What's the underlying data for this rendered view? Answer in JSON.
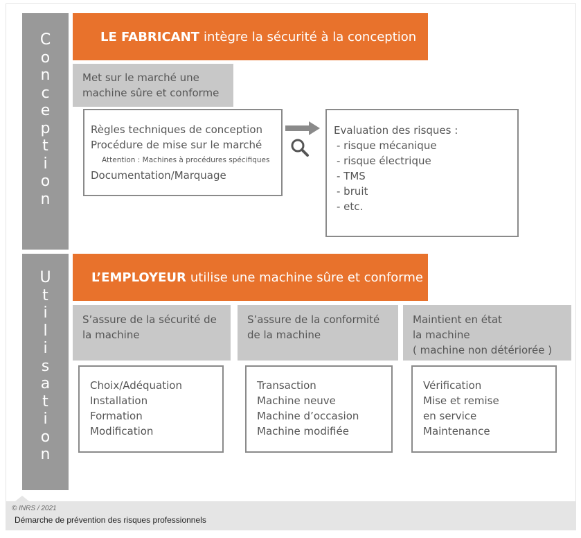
{
  "conception": {
    "side_label": [
      "C",
      "o",
      "n",
      "c",
      "e",
      "p",
      "t",
      "i",
      "o",
      "n"
    ],
    "header_bold": "LE FABRICANT",
    "header_text": "intègre la sécurité à la conception",
    "grey_box": [
      "Met sur le marché une",
      "machine sûre et conforme"
    ],
    "rules_box": {
      "lines": [
        "Règles techniques de conception",
        "Procédure de mise sur le marché"
      ],
      "note": "Attention : Machines à procédures spécifiques",
      "last": "Documentation/Marquage"
    },
    "risk_box": {
      "title": "Evaluation des risques :",
      "items": [
        "- risque mécanique",
        "- risque électrique",
        "- TMS",
        "- bruit",
        "- etc."
      ]
    }
  },
  "utilisation": {
    "side_label": [
      "U",
      "t",
      "i",
      "l",
      "i",
      "s",
      "a",
      "t",
      "i",
      "o",
      "n"
    ],
    "header_bold": "L’EMPLOYEUR",
    "header_text": "utilise une machine sûre et conforme",
    "columns": [
      {
        "title": [
          "S’assure de la sécurité de",
          "la machine"
        ],
        "items": [
          "Choix/Adéquation",
          "Installation",
          "Formation",
          "Modification"
        ]
      },
      {
        "title": [
          "S’assure de la conformité",
          "de la machine"
        ],
        "items": [
          "Transaction",
          "Machine neuve",
          "Machine d’occasion",
          "Machine modifiée"
        ]
      },
      {
        "title": [
          "Maintient en état",
          "la machine",
          "( machine non détériorée )"
        ],
        "items": [
          "Vérification",
          "Mise et remise",
          "en service",
          "Maintenance"
        ]
      }
    ]
  },
  "caption": {
    "copyright": "© INRS / 2021",
    "text": "Démarche de prévention des risques professionnels"
  },
  "colors": {
    "orange": "#e8722c",
    "side_bar": "#999999",
    "grey_box": "#c8c8c8"
  }
}
